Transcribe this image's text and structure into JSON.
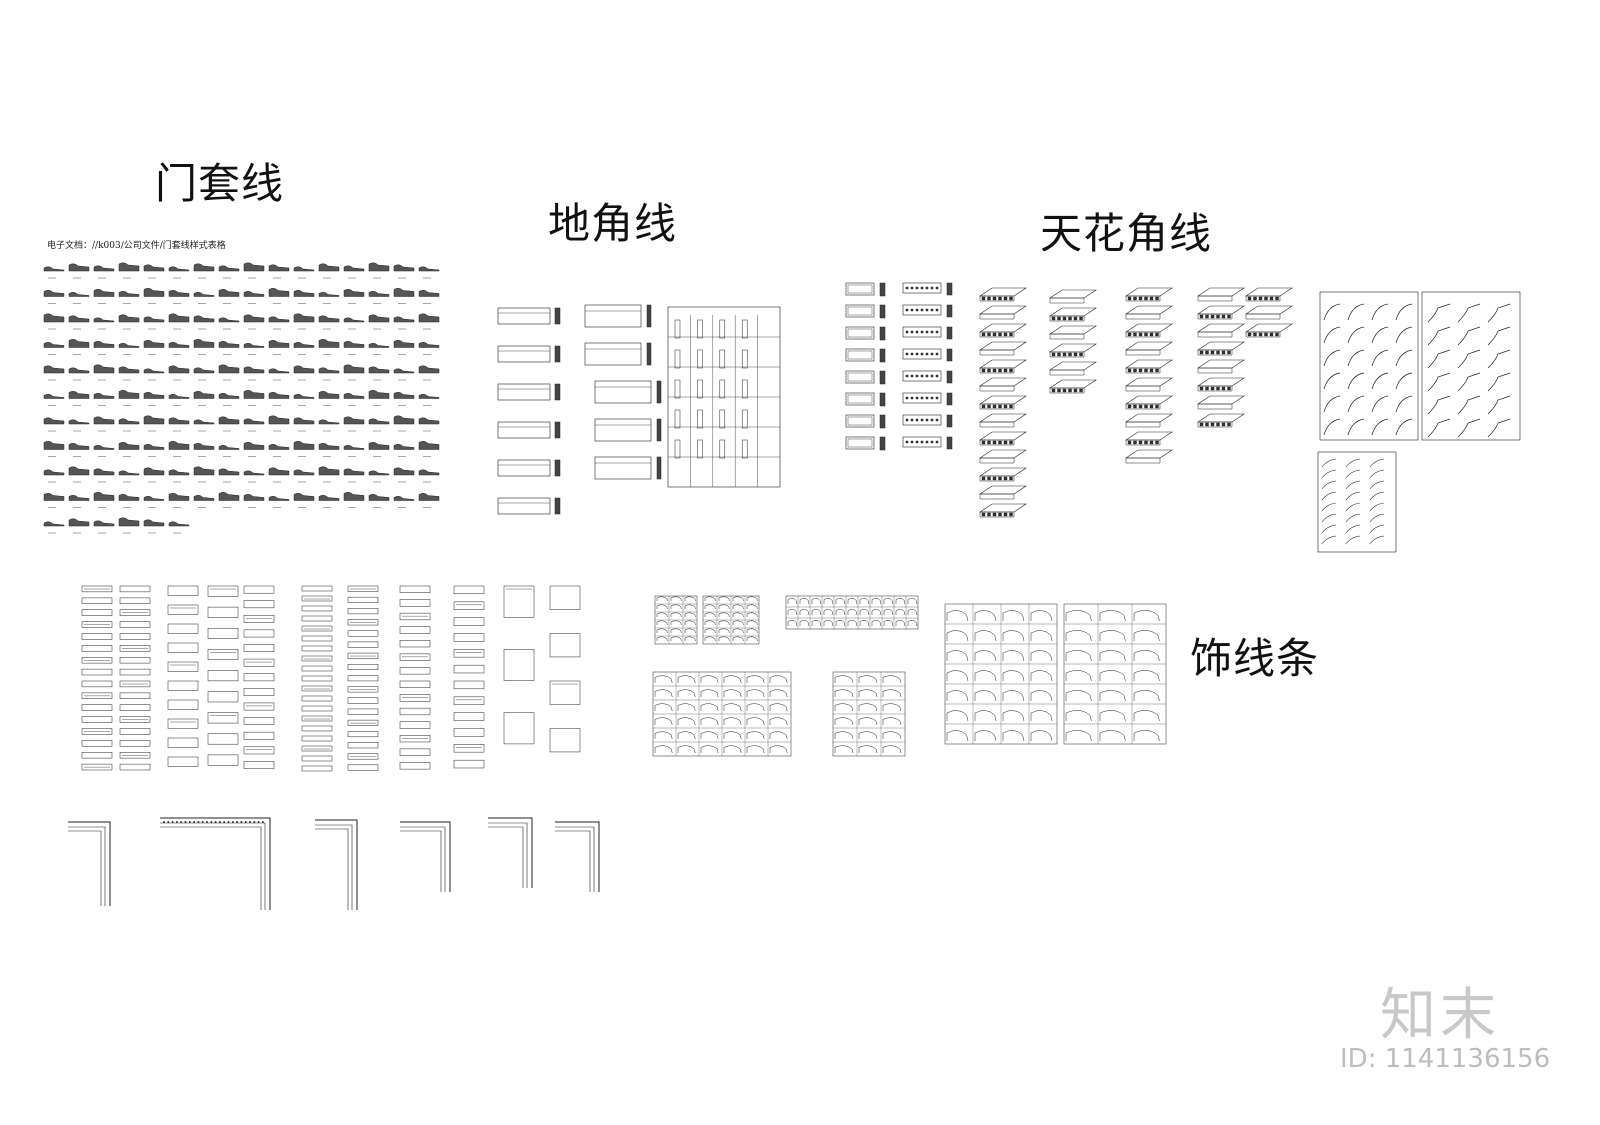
{
  "titles": {
    "door_casing": "门套线",
    "skirting": "地角线",
    "ceiling_cornice": "天花角线",
    "decorative_molding": "饰线条"
  },
  "caption": "电子文档：//k003/公司文件/门套线样式表格",
  "brand": {
    "logo_text": "知末",
    "id_text": "ID: 1141136156"
  },
  "colors": {
    "ink": "#111111",
    "logo_gray": "#c8c8c8"
  }
}
